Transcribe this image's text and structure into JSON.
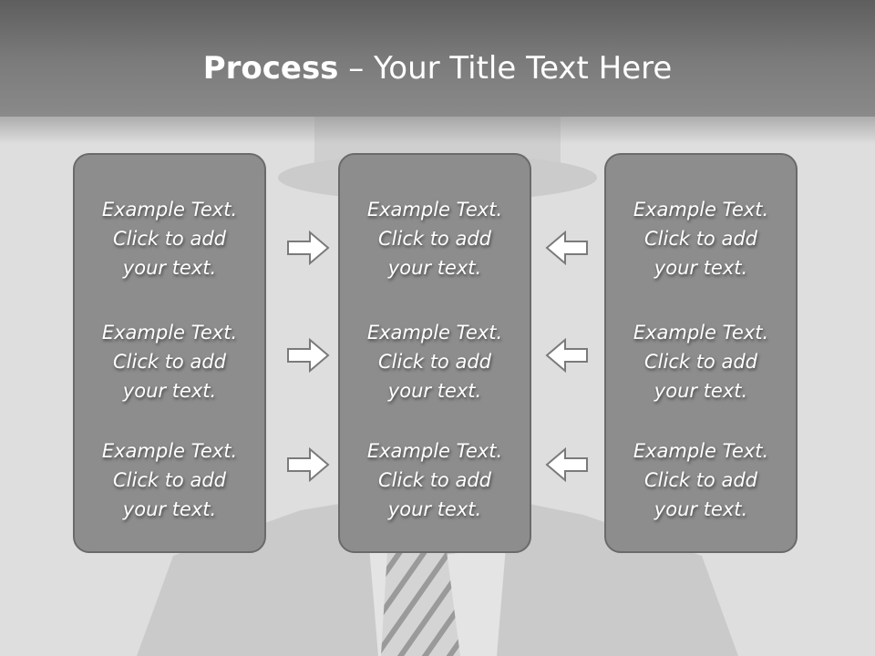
{
  "slide": {
    "title_bold": "Process",
    "title_rest": " – Your Title Text Here"
  },
  "columns": [
    {
      "items": [
        {
          "line1": "Example Text.",
          "line2": "Click  to add",
          "line3": "your text."
        },
        {
          "line1": "Example Text.",
          "line2": "Click  to add",
          "line3": "your text."
        },
        {
          "line1": "Example Text.",
          "line2": "Click  to add",
          "line3": "your text."
        }
      ]
    },
    {
      "items": [
        {
          "line1": "Example Text.",
          "line2": "Click  to add",
          "line3": "your text."
        },
        {
          "line1": "Example Text.",
          "line2": "Click  to add",
          "line3": "your text."
        },
        {
          "line1": "Example Text.",
          "line2": "Click  to add",
          "line3": "your text."
        }
      ]
    },
    {
      "items": [
        {
          "line1": "Example Text.",
          "line2": "Click  to add",
          "line3": "your text."
        },
        {
          "line1": "Example Text.",
          "line2": "Click  to add",
          "line3": "your text."
        },
        {
          "line1": "Example Text.",
          "line2": "Click  to add",
          "line3": "your text."
        }
      ]
    }
  ],
  "arrows": {
    "left_group": "arrow-right-icon",
    "right_group": "arrow-left-icon"
  },
  "colors": {
    "header": "#6e6e6e",
    "panel": "#8d8d8d",
    "panel_border": "#6a6a6a",
    "text": "#ffffff"
  }
}
